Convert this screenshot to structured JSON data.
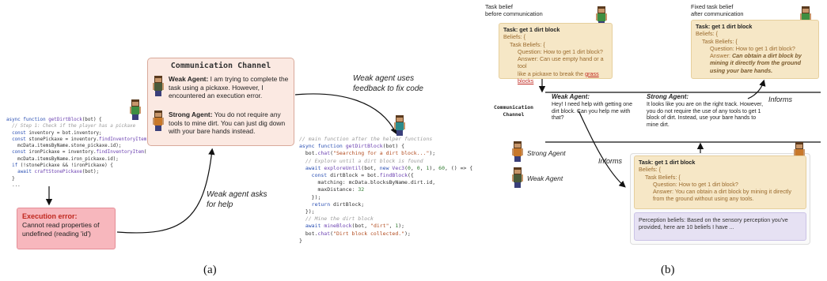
{
  "panel_a": {
    "comm_title": "Communication Channel",
    "weak_label": "Weak Agent:",
    "weak_text": " I am trying to complete the task using a pickaxe. However, I encountered an execution error.",
    "strong_label": "Strong Agent:",
    "strong_text": " You do not require any tools to mine dirt. You can just dig down with your bare hands instead.",
    "error_title": "Execution error:",
    "error_body": "Cannot read properties of undefined (reading 'id')",
    "asks_help": "Weak agent asks for help",
    "uses_feedback": "Weak agent uses feedback to fix code",
    "code_left": [
      [
        [
          "kw",
          "async function "
        ],
        [
          "fn",
          "getDirtBlock"
        ],
        [
          "pl",
          "(bot) {"
        ]
      ],
      [
        [
          "cm",
          "  // Step 1: Check if the player has a pickaxe"
        ]
      ],
      [
        [
          "kw",
          "  const "
        ],
        [
          "pl",
          "inventory = bot.inventory;"
        ]
      ],
      [
        [
          "kw",
          "  const "
        ],
        [
          "pl",
          "stonePickaxe = inventory."
        ],
        [
          "fn",
          "findInventoryItem"
        ],
        [
          "pl",
          "("
        ]
      ],
      [
        [
          "pl",
          "    mcData.itemsByName.stone_pickaxe.id);"
        ]
      ],
      [
        [
          "kw",
          "  const "
        ],
        [
          "pl",
          "ironPickaxe = inventory."
        ],
        [
          "fn",
          "findInventoryItem"
        ],
        [
          "pl",
          "("
        ]
      ],
      [
        [
          "pl",
          "    mcData.itemsByName.iron_pickaxe.id);"
        ]
      ],
      [
        [
          "kw",
          "  if "
        ],
        [
          "pl",
          "(!stonePickaxe && !ironPickaxe) {"
        ]
      ],
      [
        [
          "kw",
          "    await "
        ],
        [
          "fn",
          "craftStonePickaxe"
        ],
        [
          "pl",
          "(bot);"
        ]
      ],
      [
        [
          "pl",
          "  }"
        ]
      ],
      [
        [
          "pl",
          "  ..."
        ]
      ]
    ],
    "code_right": [
      [
        [
          "cm",
          "// main function after the helper functions"
        ]
      ],
      [
        [
          "kw",
          "async function "
        ],
        [
          "fn",
          "getDirtBlock"
        ],
        [
          "pl",
          "(bot) {"
        ]
      ],
      [
        [
          "pl",
          "  bot."
        ],
        [
          "fn",
          "chat"
        ],
        [
          "pl",
          "("
        ],
        [
          "st",
          "\"Searching for a dirt block...\""
        ],
        [
          "pl",
          ");"
        ]
      ],
      [
        [
          "cm",
          "  // Explore until a dirt block is found"
        ]
      ],
      [
        [
          "kw",
          "  await "
        ],
        [
          "fn",
          "exploreUntil"
        ],
        [
          "pl",
          "(bot, "
        ],
        [
          "kw",
          "new "
        ],
        [
          "fn",
          "Vec3"
        ],
        [
          "pl",
          "("
        ],
        [
          "nm",
          "0"
        ],
        [
          "pl",
          ", "
        ],
        [
          "nm",
          "0"
        ],
        [
          "pl",
          ", "
        ],
        [
          "nm",
          "1"
        ],
        [
          "pl",
          "), "
        ],
        [
          "nm",
          "60"
        ],
        [
          "pl",
          ", () => {"
        ]
      ],
      [
        [
          "kw",
          "    const "
        ],
        [
          "pl",
          "dirtBlock = bot."
        ],
        [
          "fn",
          "findBlock"
        ],
        [
          "pl",
          "({"
        ]
      ],
      [
        [
          "pl",
          "      matching: mcData.blocksByName.dirt.id,"
        ]
      ],
      [
        [
          "pl",
          "      maxDistance: "
        ],
        [
          "nm",
          "32"
        ]
      ],
      [
        [
          "pl",
          "    });"
        ]
      ],
      [
        [
          "kw",
          "    return "
        ],
        [
          "pl",
          "dirtBlock;"
        ]
      ],
      [
        [
          "pl",
          "  });"
        ]
      ],
      [
        [
          "cm",
          "  // Mine the dirt block"
        ]
      ],
      [
        [
          "kw",
          "  await "
        ],
        [
          "fn",
          "mineBlock"
        ],
        [
          "pl",
          "(bot, "
        ],
        [
          "st",
          "\"dirt\""
        ],
        [
          "pl",
          ", "
        ],
        [
          "nm",
          "1"
        ],
        [
          "pl",
          ");"
        ]
      ],
      [
        [
          "pl",
          "  bot."
        ],
        [
          "fn",
          "chat"
        ],
        [
          "pl",
          "("
        ],
        [
          "st",
          "\"Dirt block collected.\""
        ],
        [
          "pl",
          ");"
        ]
      ],
      [
        [
          "pl",
          "}"
        ]
      ]
    ],
    "label": "(a)"
  },
  "panel_b": {
    "before_caption_1": "Task belief",
    "before_caption_2": "before communication",
    "after_caption_1": "Fixed task belief",
    "after_caption_2": "after communication",
    "task_title": "Task: get 1 dirt block",
    "beliefs_open": "Beliefs: {",
    "task_beliefs_open": "Task Beliefs: {",
    "question": "Question: How to get 1 dirt block?",
    "before_answer_1": "Answer: Can use empty hand or a tool",
    "before_answer_2": "like a pickaxe to break the ",
    "before_answer_link": "grass blocks",
    "after_answer_prefix": "Answer: ",
    "after_answer_bold": "Can obtain a dirt block by mining it directly from the ground using your bare hands.",
    "comm_channel_1": "Communication",
    "comm_channel_2": "Channel",
    "weak_agent_head": "Weak Agent:",
    "weak_agent_msg": "Hey! I need help with getting one dirt block. Can you help me with that?",
    "strong_agent_head": "Strong Agent:",
    "strong_agent_msg": "It looks like you are on the right track. However, you do not require the use of any tools to get 1 block of dirt. Instead, use your bare hands to mine dirt.",
    "informs_1": "Informs",
    "informs_2": "Informs",
    "legend_strong": "Strong Agent",
    "legend_weak": "Weak Agent",
    "bottom_answer": "Answer: You can obtain a dirt block by mining it directly from the ground without using any tools.",
    "perception": "Perception beliefs: Based on the sensory perception you've provided, here are 10 beliefs I have ...",
    "label": "(b)"
  }
}
